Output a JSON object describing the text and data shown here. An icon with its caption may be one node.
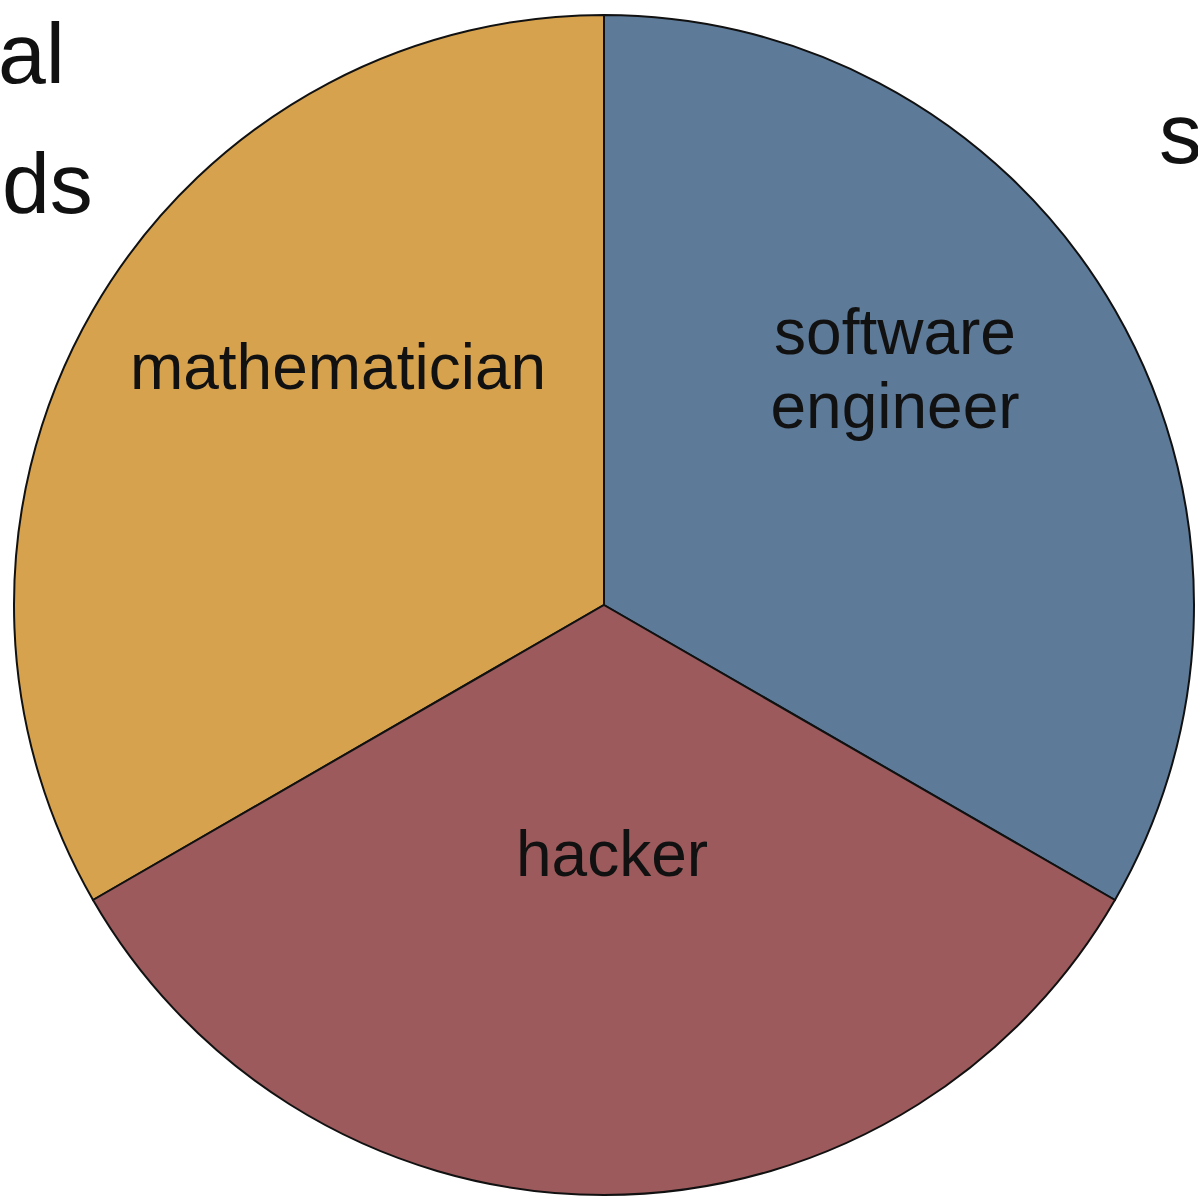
{
  "diagram": {
    "nodes": [
      {
        "text": [
          "mathematician"
        ]
      },
      {
        "text": [
          "software engineer"
        ]
      },
      {
        "text": [
          "hacker"
        ]
      }
    ],
    "labels": [
      "al",
      "ds",
      "s"
    ]
  }
}
